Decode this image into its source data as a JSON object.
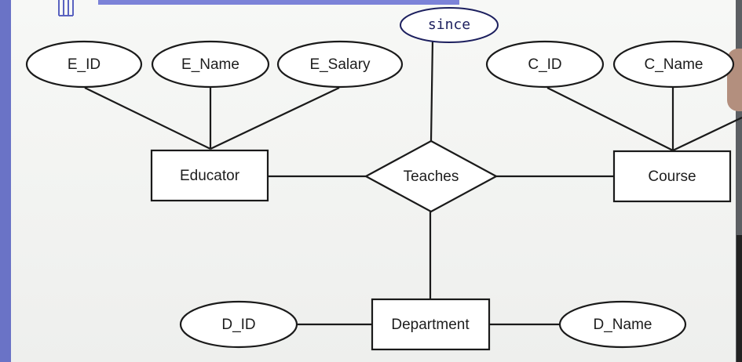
{
  "diagram": {
    "entities": {
      "educator": "Educator",
      "course": "Course",
      "department": "Department"
    },
    "relationship": "Teaches",
    "attributes": {
      "e_id": "E_ID",
      "e_name": "E_Name",
      "e_salary": "E_Salary",
      "c_id": "C_ID",
      "c_name": "C_Name",
      "d_id": "D_ID",
      "d_name": "D_Name"
    },
    "relationship_attribute": "since"
  },
  "colors": {
    "line": "#1a1a1a",
    "ink": "#1c1f5e",
    "rail": "#6a73c6"
  }
}
